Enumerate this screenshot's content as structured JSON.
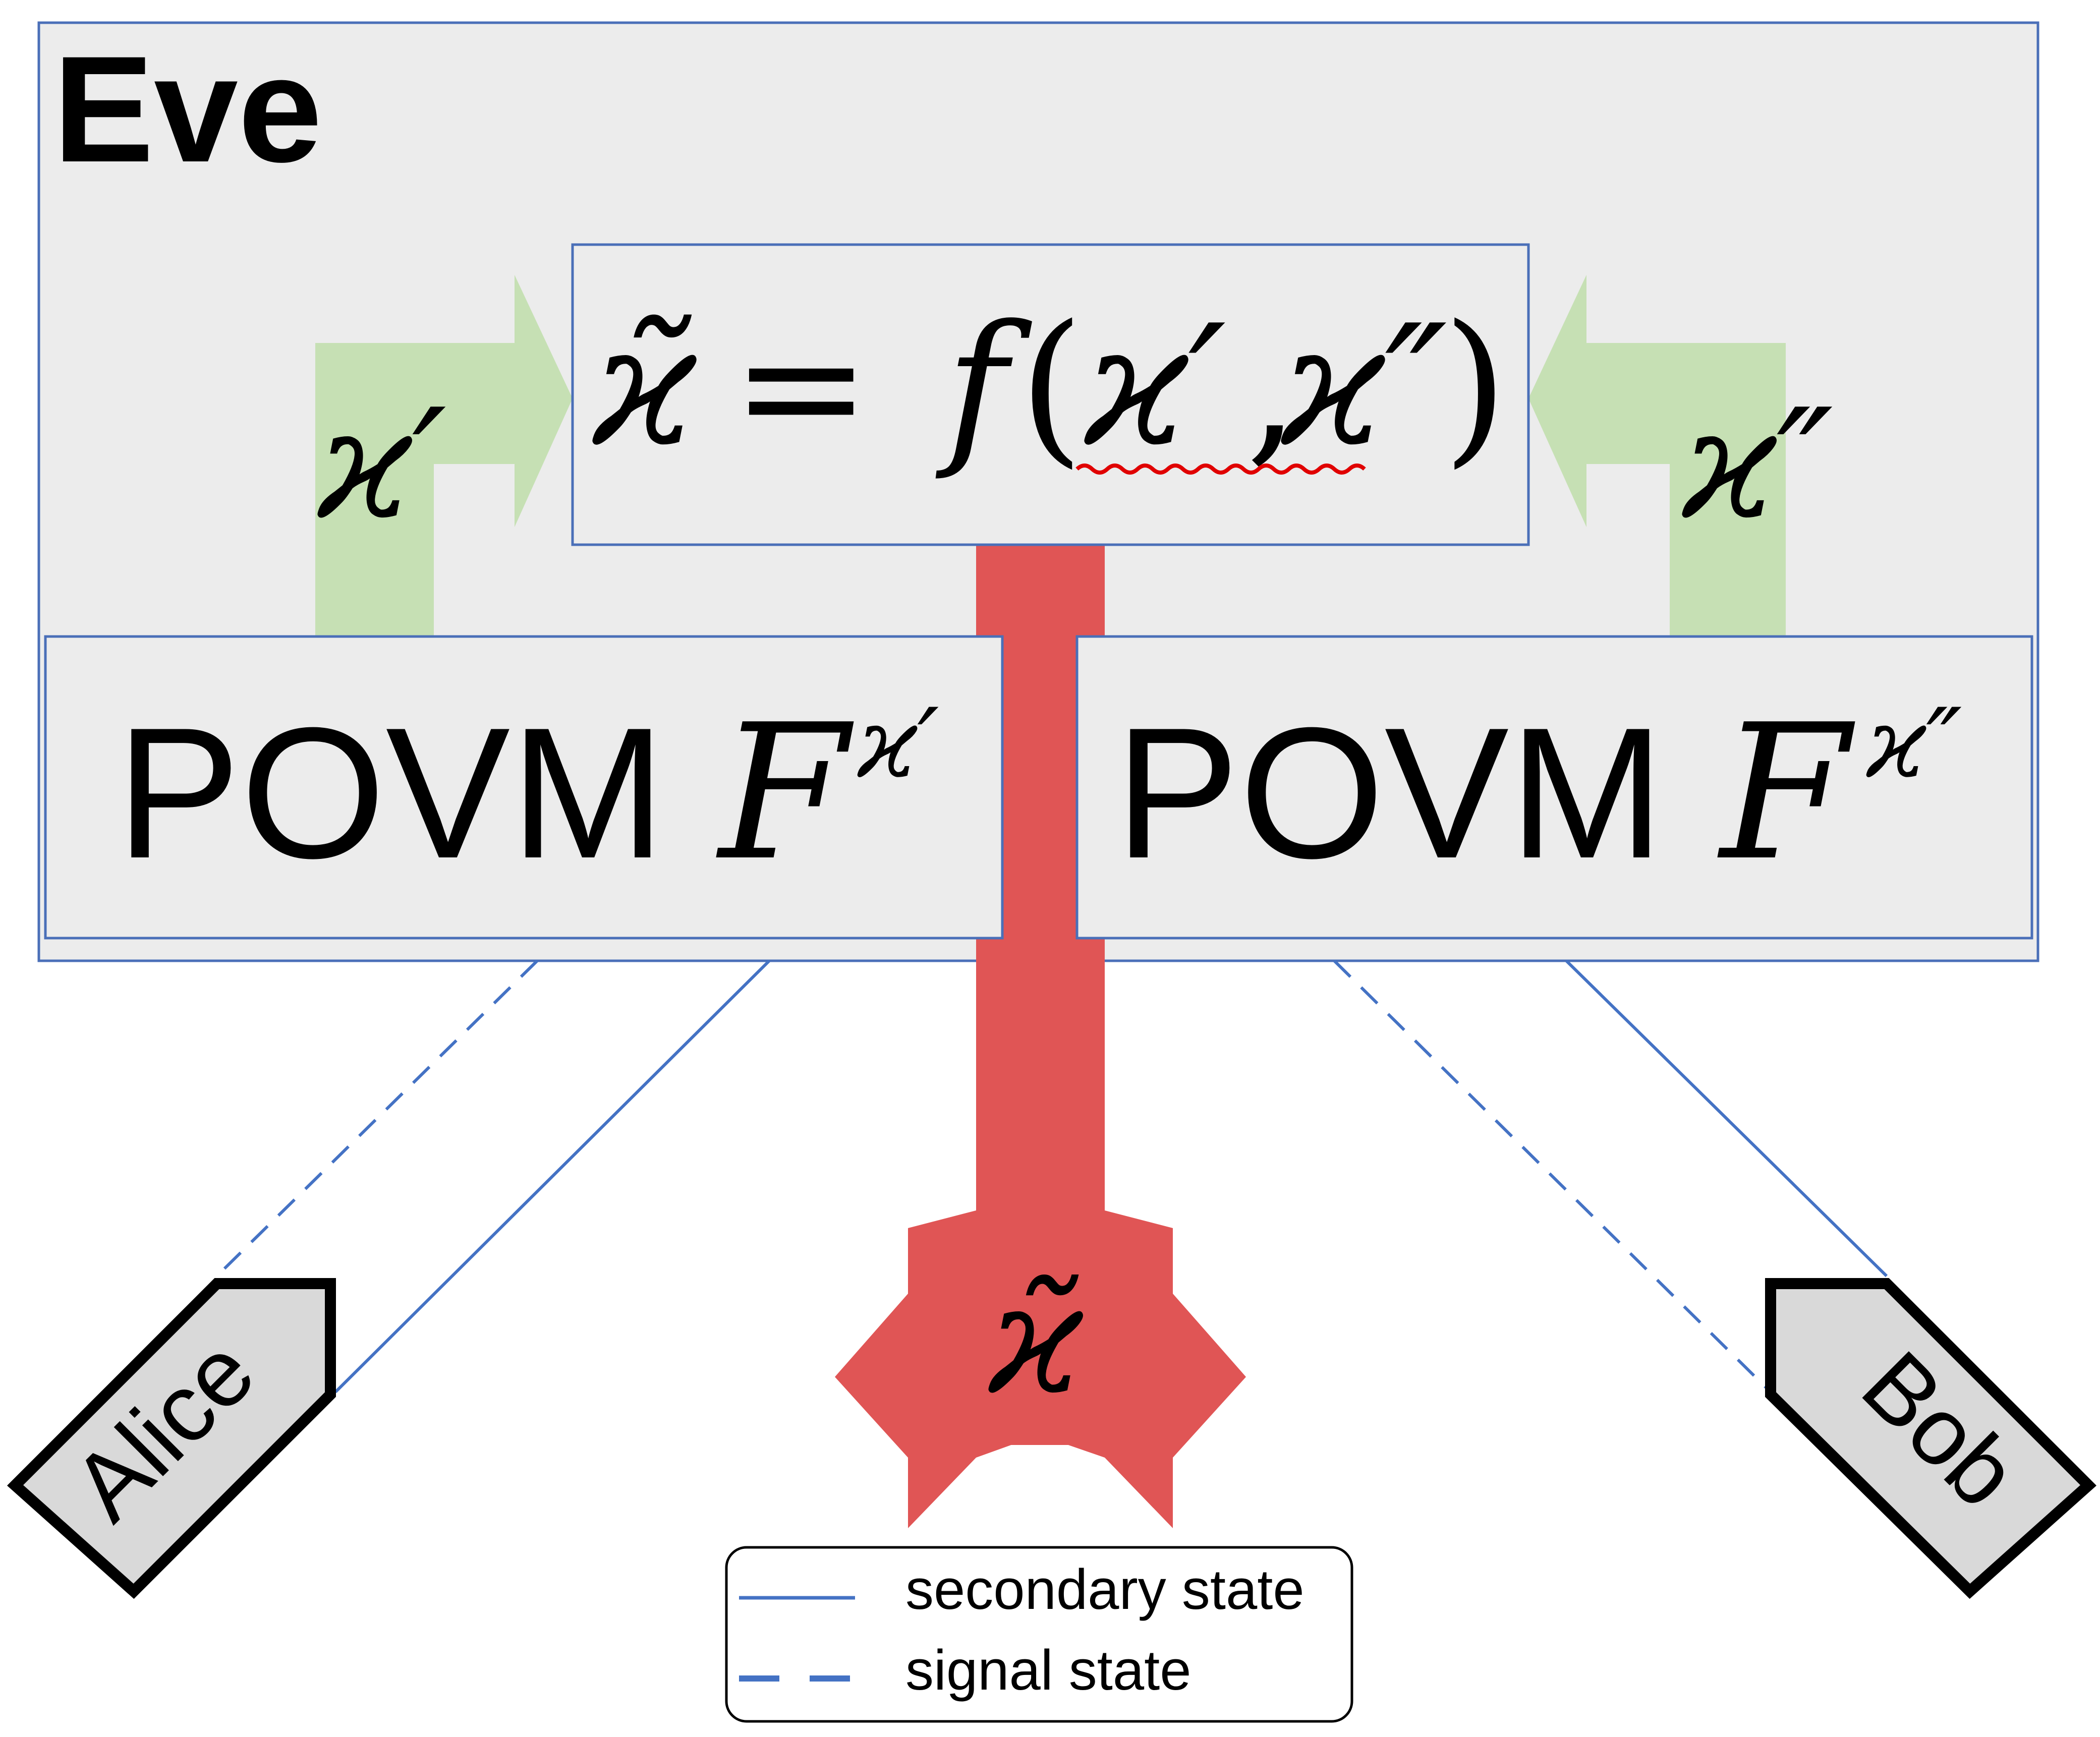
{
  "eve": {
    "label": "Eve"
  },
  "formula": {
    "lhs": "ϰ̃",
    "eq": "=",
    "func": "f",
    "open": "(",
    "arg1": "ϰ′",
    "comma": ",",
    "arg2": "ϰ″",
    "close": ")"
  },
  "arrows": {
    "left_label": "ϰ′",
    "right_label": "ϰ″",
    "output_label": "ϰ̃"
  },
  "povm_left": {
    "word": "POVM",
    "op": "F",
    "sup": "ϰ′"
  },
  "povm_right": {
    "word": "POVM",
    "op": "F",
    "sup": "ϰ″"
  },
  "parties": {
    "alice": "Alice",
    "bob": "Bob"
  },
  "legend": {
    "solid_label": "secondary state",
    "dashed_label": "signal state"
  },
  "colors": {
    "eve_fill": "#ececec",
    "box_border": "#4a6fb8",
    "green_arrow": "#c6e0b4",
    "red_arrow": "#e05555",
    "line_blue": "#4472c4",
    "party_fill": "#d9d9d9",
    "spellcheck": "#e00000"
  }
}
